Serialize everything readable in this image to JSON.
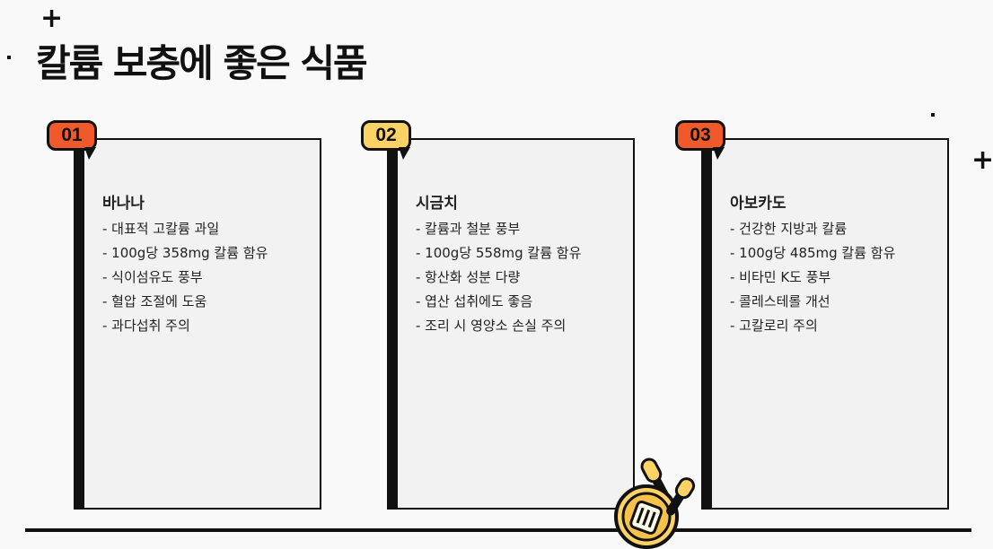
{
  "title": "칼륨 보충에 좋은 식품",
  "cards": [
    {
      "number": "01",
      "badge_color": "#f05a2b",
      "heading": "바나나",
      "items": [
        "- 대표적 고칼륨 과일",
        "- 100g당 358mg 칼륨 함유",
        "- 식이섬유도 풍부",
        "- 혈압 조절에 도움",
        "- 과다섭취 주의"
      ]
    },
    {
      "number": "02",
      "badge_color": "#fdd365",
      "heading": "시금치",
      "items": [
        "- 칼륨과 철분 풍부",
        "- 100g당 558mg 칼륨 함유",
        "- 항산화 성분 다량",
        "- 엽산 섭취에도 좋음",
        "- 조리 시 영양소 손실 주의"
      ]
    },
    {
      "number": "03",
      "badge_color": "#f05a2b",
      "heading": "아보카도",
      "items": [
        "- 건강한 지방과 칼륨",
        "- 100g당 485mg 칼륨 함유",
        "- 비타민 K도 풍부",
        "- 콜레스테롤 개선",
        "- 고칼로리 주의"
      ]
    }
  ],
  "decorations": {
    "plus_symbol": "+",
    "illustration_icon": "frying-pan-spatula-icon"
  }
}
